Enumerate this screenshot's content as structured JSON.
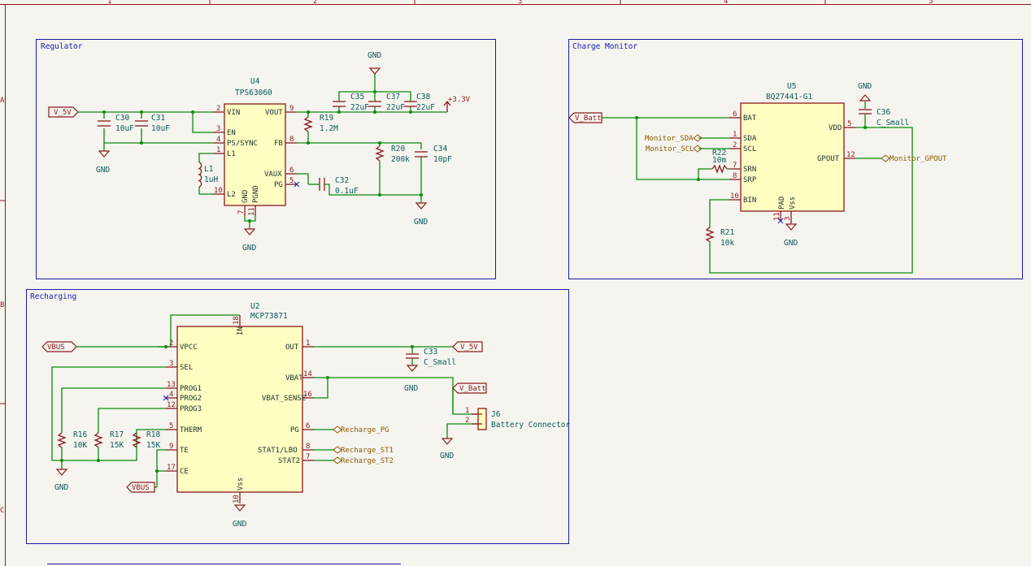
{
  "frame": {
    "cols": [
      "1",
      "2",
      "3",
      "4",
      "5"
    ],
    "rows": [
      "A",
      "B",
      "C"
    ]
  },
  "regulator": {
    "title": "Regulator",
    "u4_ref": "U4",
    "u4_val": "TPS63060",
    "u4_pins": {
      "vin": "VIN",
      "en": "EN",
      "ps": "PS/SYNC",
      "l1": "L1",
      "l2": "L2",
      "gnd": "GND",
      "pgnd": "PGND",
      "vout": "VOUT",
      "fb": "FB",
      "vaux": "VAUX",
      "pg": "PG"
    },
    "u4_nums": {
      "vin": "2",
      "en": "3",
      "ps": "4",
      "l1": "1",
      "l2": "10",
      "gnd": "7",
      "pgnd": "11",
      "vout": "9",
      "fb": "8",
      "vaux": "6",
      "pg": "5"
    },
    "v5v": "V_5V",
    "c30_ref": "C30",
    "c30_val": "10uF",
    "c31_ref": "C31",
    "c31_val": "10uF",
    "l1_ref": "L1",
    "l1_val": "1uH",
    "c35_ref": "C35",
    "c35_val": "22uF",
    "c37_ref": "C37",
    "c37_val": "22uF",
    "c38_ref": "C38",
    "c38_val": "22uF",
    "v33": "+3.3V",
    "r19_ref": "R19",
    "r19_val": "1.2M",
    "r20_ref": "R20",
    "r20_val": "200k",
    "c34_ref": "C34",
    "c34_val": "10pF",
    "c32_ref": "C32",
    "c32_val": "0.1uF",
    "gnd": "GND"
  },
  "charge_monitor": {
    "title": "Charge Monitor",
    "u5_ref": "U5",
    "u5_val": "BQ27441-G1",
    "u5_pins": {
      "bat": "BAT",
      "sda": "SDA",
      "scl": "SCL",
      "srn": "SRN",
      "srp": "SRP",
      "bin": "BIN",
      "vdd": "VDD",
      "gpout": "GPOUT",
      "pad": "PAD",
      "vss": "Vss"
    },
    "u5_nums": {
      "bat": "6",
      "sda": "1",
      "scl": "2",
      "srn": "7",
      "srp": "8",
      "bin": "10",
      "vdd": "5",
      "gpout": "12",
      "pad": "11",
      "vss": "3"
    },
    "vbatt": "V_Batt",
    "sda_label": "Monitor_SDA",
    "scl_label": "Monitor_SCL",
    "gpout_label": "Monitor_GPOUT",
    "r22_ref": "R22",
    "r22_val": "10m",
    "r21_ref": "R21",
    "r21_val": "10k",
    "c36_ref": "C36",
    "c36_val": "C_Small",
    "gnd": "GND"
  },
  "recharging": {
    "title": "Recharging",
    "u2_ref": "U2",
    "u2_val": "MCP73871",
    "u2_pins": {
      "vpcc": "VPCC",
      "sel": "SEL",
      "prog1": "PROG1",
      "prog2": "PROG2",
      "prog3": "PROG3",
      "therm": "THERM",
      "te": "TE",
      "ce": "CE",
      "in": "IN",
      "vss": "Vss",
      "out": "OUT",
      "vbat": "VBAT",
      "vbatsense": "VBAT_SENSE",
      "pg": "PG",
      "stat1": "STAT1/LBO",
      "stat2": "STAT2"
    },
    "u2_nums": {
      "vpcc": "2",
      "sel": "3",
      "prog1": "13",
      "prog2": "4",
      "prog3": "12",
      "therm": "5",
      "te": "9",
      "ce": "17",
      "in": "18",
      "vss": "10",
      "out": "1",
      "vbat": "14",
      "vbatsense": "16",
      "pg": "6",
      "stat1": "8",
      "stat2": "7"
    },
    "vbus": "VBUS",
    "v5v": "V_5V",
    "vbatt": "V_Batt",
    "c33_ref": "C33",
    "c33_val": "C_Small",
    "r16_ref": "R16",
    "r16_val": "10K",
    "r17_ref": "R17",
    "r17_val": "15K",
    "r18_ref": "R18",
    "r18_val": "15K",
    "pg_label": "Recharge_PG",
    "st1_label": "Recharge_ST1",
    "st2_label": "Recharge_ST2",
    "j6_ref": "J6",
    "j6_val": "Battery Connector",
    "j6_p1": "1",
    "j6_p2": "2",
    "gnd": "GND"
  }
}
